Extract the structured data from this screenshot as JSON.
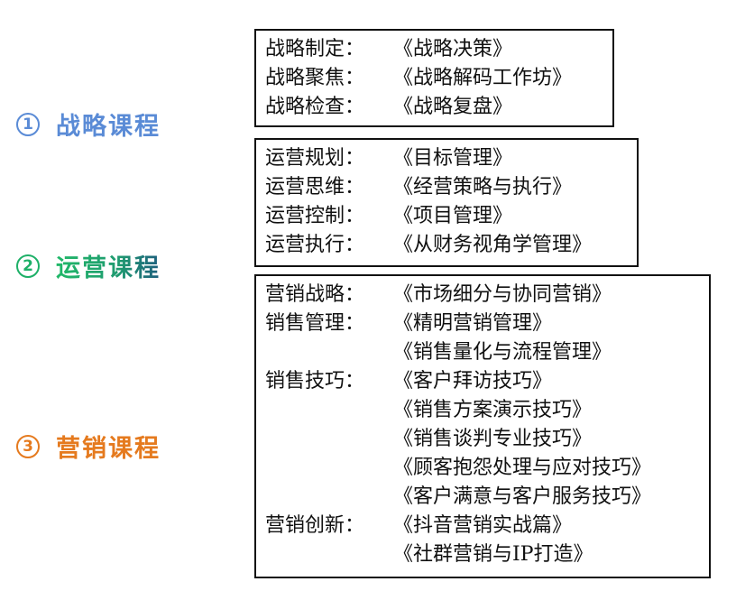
{
  "categories": [
    {
      "number": "1",
      "title": "战略课程",
      "color": "#5a8bd6"
    },
    {
      "number": "2",
      "title": "运营课程",
      "color": "#1eb068"
    },
    {
      "number": "3",
      "title": "营销课程",
      "color": "#e57a1e"
    }
  ],
  "strategy": [
    {
      "label": "战略制定：",
      "course": "《战略决策》"
    },
    {
      "label": "战略聚焦：",
      "course": "《战略解码工作坊》"
    },
    {
      "label": "战略检查：",
      "course": "《战略复盘》"
    }
  ],
  "operations": [
    {
      "label": "运营规划：",
      "course": "《目标管理》"
    },
    {
      "label": "运营思维：",
      "course": "《经营策略与执行》"
    },
    {
      "label": "运营控制：",
      "course": "《项目管理》"
    },
    {
      "label": "运营执行：",
      "course": "《从财务视角学管理》"
    }
  ],
  "marketing": [
    {
      "label": "营销战略：",
      "course": "《市场细分与协同营销》"
    },
    {
      "label": "销售管理：",
      "course": "《精明营销管理》"
    },
    {
      "label": "",
      "course": "《销售量化与流程管理》"
    },
    {
      "label": "销售技巧：",
      "course": "《客户拜访技巧》"
    },
    {
      "label": "",
      "course": "《销售方案演示技巧》"
    },
    {
      "label": "",
      "course": "《销售谈判专业技巧》"
    },
    {
      "label": "",
      "course": "《顾客抱怨处理与应对技巧》"
    },
    {
      "label": "",
      "course": "《客户满意与客户服务技巧》"
    },
    {
      "label": "营销创新：",
      "course": "《抖音营销实战篇》"
    },
    {
      "label": "",
      "course": "《社群营销与IP打造》"
    }
  ]
}
